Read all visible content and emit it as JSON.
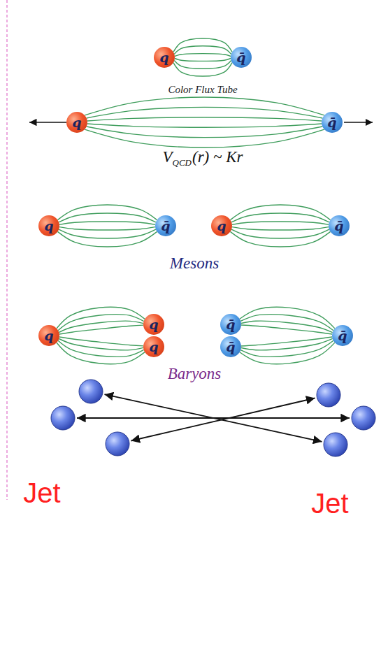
{
  "diagram": {
    "nodes": [
      {
        "text": [
          "q"
        ]
      },
      {
        "text": [
          "q̄"
        ]
      },
      {
        "text": [
          "q"
        ]
      },
      {
        "text": [
          "q̄"
        ]
      },
      {
        "text": [
          "q"
        ]
      },
      {
        "text": [
          "q̄"
        ]
      },
      {
        "text": [
          "q"
        ]
      },
      {
        "text": [
          "q̄"
        ]
      },
      {
        "text": [
          "q"
        ]
      },
      {
        "text": [
          "q"
        ]
      },
      {
        "text": [
          "q"
        ]
      },
      {
        "text": [
          "q̄"
        ]
      },
      {
        "text": [
          "q̄"
        ]
      },
      {
        "text": [
          "q̄"
        ]
      }
    ],
    "edges": [
      {
        "from": 0,
        "to": 1,
        "arrow": "none"
      },
      {
        "from": 2,
        "to": 3,
        "arrow": "none"
      },
      {
        "from": 4,
        "to": 5,
        "arrow": "none"
      },
      {
        "from": 6,
        "to": 7,
        "arrow": "none"
      },
      {
        "from": 8,
        "to": 9,
        "arrow": "none"
      },
      {
        "from": 8,
        "to": 10,
        "arrow": "none"
      },
      {
        "from": 11,
        "to": 13,
        "arrow": "none"
      },
      {
        "from": 12,
        "to": 13,
        "arrow": "none"
      }
    ],
    "labels": [
      "Color Flux Tube",
      "V",
      "QCD",
      "(r) ~ Kr",
      "Mesons",
      "Baryons",
      "Jet",
      "Jet"
    ]
  }
}
